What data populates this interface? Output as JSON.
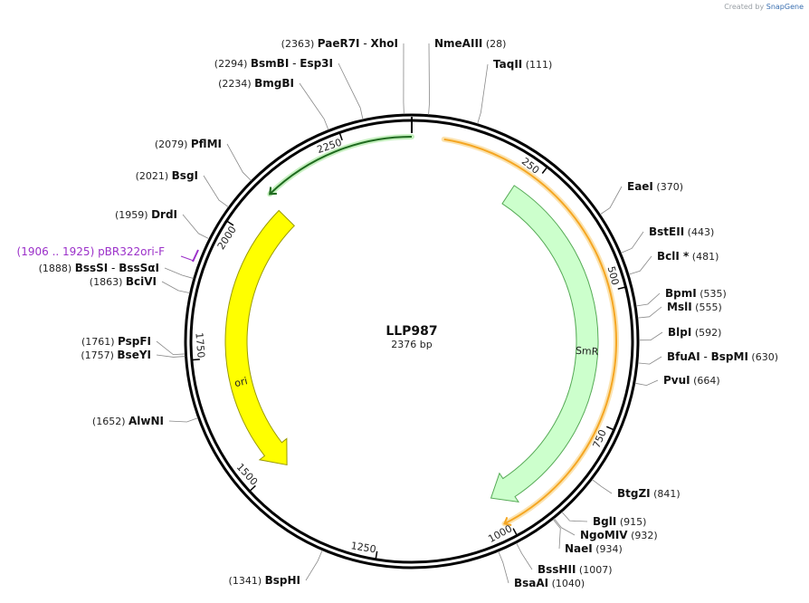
{
  "credit": {
    "prefix": "Created by",
    "brand": "SnapGene"
  },
  "plasmid": {
    "name": "LLP987",
    "length_label": "2376 bp",
    "length": 2376
  },
  "ticks": [
    {
      "pos": 250,
      "label": "250"
    },
    {
      "pos": 500,
      "label": "500"
    },
    {
      "pos": 750,
      "label": "750"
    },
    {
      "pos": 1000,
      "label": "1000"
    },
    {
      "pos": 1250,
      "label": "1250"
    },
    {
      "pos": 1500,
      "label": "1500"
    },
    {
      "pos": 1750,
      "label": "1750"
    },
    {
      "pos": 2000,
      "label": "2000"
    },
    {
      "pos": 2250,
      "label": "2250"
    }
  ],
  "features": [
    {
      "name": "SmR",
      "start": 220,
      "end": 1011,
      "direction": "cw",
      "color": "#ccffcc",
      "stroke": "#55aa55",
      "label": "SmR"
    },
    {
      "name": "ori",
      "start": 1487,
      "end": 2076,
      "direction": "ccw",
      "color": "#ffff00",
      "stroke": "#999900",
      "label": "ori"
    }
  ],
  "thin_features": [
    {
      "start": 60,
      "end": 1010,
      "direction": "cw",
      "color": "#f5a623",
      "glow": "#fbe3b0"
    },
    {
      "start": 2086,
      "end": 2376,
      "direction": "ccw",
      "color": "#1f6b1f",
      "glow": "#c6f0c0"
    }
  ],
  "primer": {
    "label": "pBR322ori-F",
    "range": "(1906 .. 1925)",
    "pos": 1915,
    "color": "#9b30c9"
  },
  "sites": [
    {
      "pos": 2363,
      "pos_label": "(2363)",
      "names": [
        "PaeR7I",
        "XhoI"
      ]
    },
    {
      "pos": 28,
      "pos_label": "(28)",
      "names": [
        "NmeAIII"
      ]
    },
    {
      "pos": 111,
      "pos_label": "(111)",
      "names": [
        "TaqII"
      ]
    },
    {
      "pos": 2294,
      "pos_label": "(2294)",
      "names": [
        "BsmBI",
        "Esp3I"
      ]
    },
    {
      "pos": 2234,
      "pos_label": "(2234)",
      "names": [
        "BmgBI"
      ]
    },
    {
      "pos": 2079,
      "pos_label": "(2079)",
      "names": [
        "PflMI"
      ]
    },
    {
      "pos": 2021,
      "pos_label": "(2021)",
      "names": [
        "BsgI"
      ]
    },
    {
      "pos": 1959,
      "pos_label": "(1959)",
      "names": [
        "DrdI"
      ]
    },
    {
      "pos": 1888,
      "pos_label": "(1888)",
      "names": [
        "BssSI",
        "BssSαI"
      ]
    },
    {
      "pos": 1863,
      "pos_label": "(1863)",
      "names": [
        "BciVI"
      ]
    },
    {
      "pos": 1761,
      "pos_label": "(1761)",
      "names": [
        "PspFI"
      ]
    },
    {
      "pos": 1757,
      "pos_label": "(1757)",
      "names": [
        "BseYI"
      ]
    },
    {
      "pos": 1652,
      "pos_label": "(1652)",
      "names": [
        "AlwNI"
      ]
    },
    {
      "pos": 1341,
      "pos_label": "(1341)",
      "names": [
        "BspHI"
      ]
    },
    {
      "pos": 370,
      "pos_label": "(370)",
      "names": [
        "EaeI"
      ]
    },
    {
      "pos": 443,
      "pos_label": "(443)",
      "names": [
        "BstEII"
      ]
    },
    {
      "pos": 481,
      "pos_label": "(481)",
      "names": [
        "BclI *"
      ]
    },
    {
      "pos": 535,
      "pos_label": "(535)",
      "names": [
        "BpmI"
      ]
    },
    {
      "pos": 555,
      "pos_label": "(555)",
      "names": [
        "MslI"
      ]
    },
    {
      "pos": 592,
      "pos_label": "(592)",
      "names": [
        "BlpI"
      ]
    },
    {
      "pos": 630,
      "pos_label": "(630)",
      "names": [
        "BfuAI",
        "BspMI"
      ]
    },
    {
      "pos": 664,
      "pos_label": "(664)",
      "names": [
        "PvuI"
      ]
    },
    {
      "pos": 841,
      "pos_label": "(841)",
      "names": [
        "BtgZI"
      ]
    },
    {
      "pos": 915,
      "pos_label": "(915)",
      "names": [
        "BglI"
      ]
    },
    {
      "pos": 932,
      "pos_label": "(932)",
      "names": [
        "NgoMIV"
      ]
    },
    {
      "pos": 934,
      "pos_label": "(934)",
      "names": [
        "NaeI"
      ]
    },
    {
      "pos": 1007,
      "pos_label": "(1007)",
      "names": [
        "BssHII"
      ]
    },
    {
      "pos": 1040,
      "pos_label": "(1040)",
      "names": [
        "BsaAI"
      ]
    }
  ]
}
